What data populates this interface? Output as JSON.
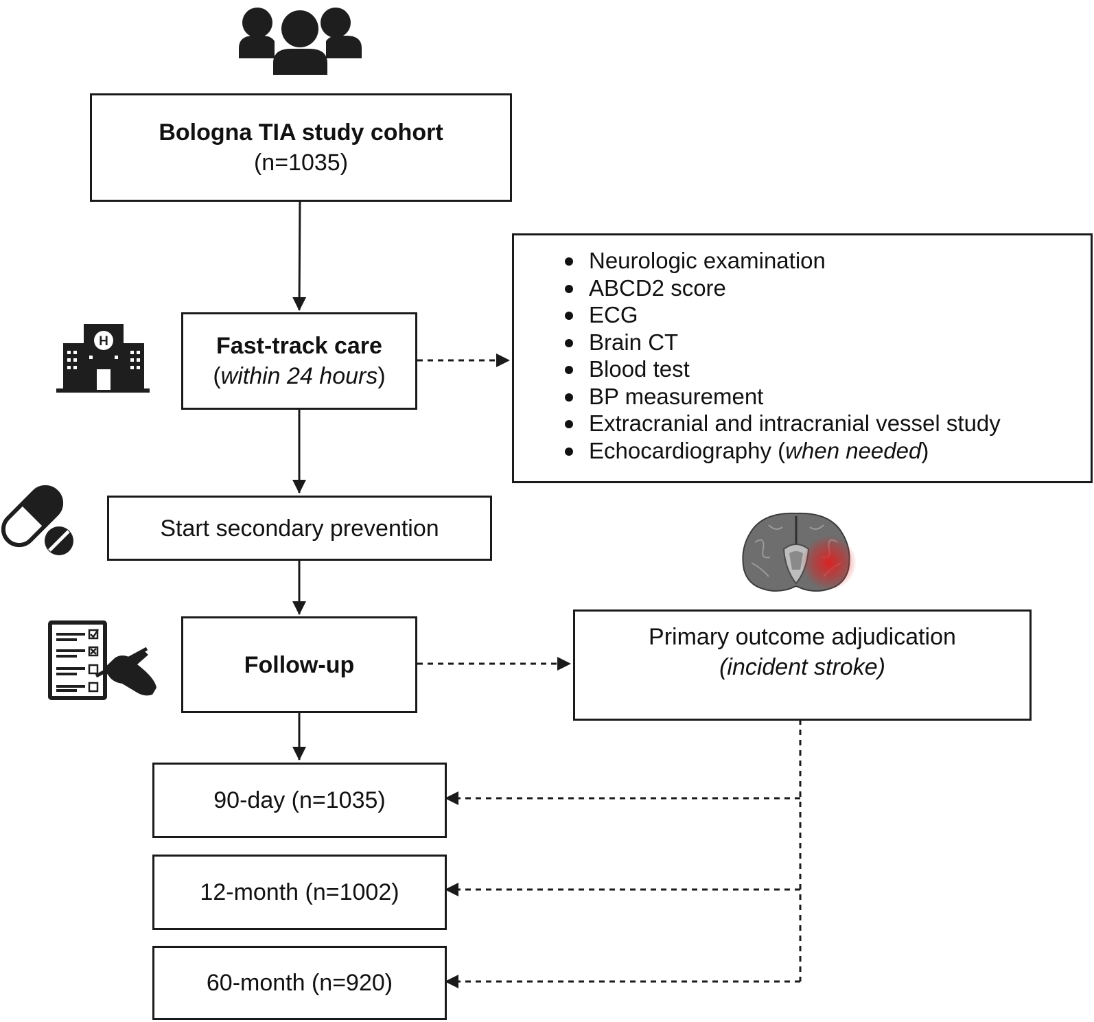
{
  "cohort": {
    "title": "Bologna TIA study cohort",
    "n": "(n=1035)"
  },
  "fast_track": {
    "title": "Fast-track care",
    "open": "(",
    "sub": "within 24 hours",
    "close": ")"
  },
  "workup": {
    "items": [
      "Neurologic examination",
      "ABCD2 score",
      "ECG",
      "Brain CT",
      "Blood test",
      "BP measurement",
      "Extracranial and intracranial vessel study"
    ],
    "last_item": {
      "text": "Echocardiography (",
      "italic": "when needed",
      "close": ")"
    }
  },
  "prevention": {
    "label": "Start secondary prevention"
  },
  "follow_up": {
    "label": "Follow-up"
  },
  "outcome": {
    "title": "Primary outcome adjudication",
    "sub": "(incident stroke)"
  },
  "timepoints": [
    {
      "label": "90-day (n=1035)"
    },
    {
      "label": "12-month (n=1002)"
    },
    {
      "label": "60-month (n=920)"
    }
  ],
  "icons": [
    "people-icon",
    "hospital-icon",
    "pill-icon",
    "checklist-icon",
    "brain-icon"
  ],
  "colors": {
    "stroke": "#1a1a1a",
    "icon": "#1e1e1e",
    "brain_gray": "#6e6e6e",
    "lesion_red": "#e02020"
  }
}
